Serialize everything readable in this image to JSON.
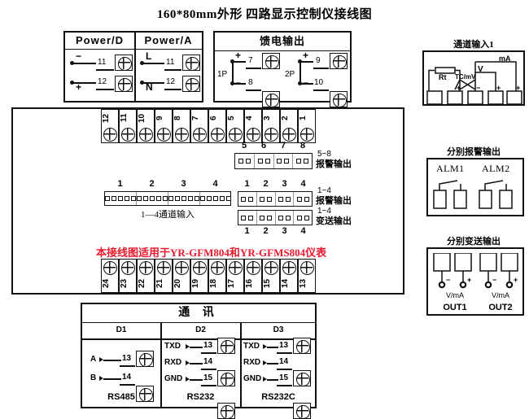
{
  "title": "160*80mm外形 四路显示控制仪接线图",
  "power_dc": {
    "title": "Power/D",
    "rows": [
      {
        "polarity": "−",
        "terminal": "11"
      },
      {
        "polarity": "+",
        "terminal": "12"
      }
    ]
  },
  "power_ac": {
    "title": "Power/A",
    "rows": [
      {
        "polarity": "L",
        "terminal": "11"
      },
      {
        "polarity": "N",
        "terminal": "12"
      }
    ]
  },
  "feed_output": {
    "title": "馈电输出",
    "groups": [
      {
        "name": "1P",
        "rows": [
          {
            "polarity": "+",
            "terminal": "7"
          },
          {
            "polarity": "−",
            "terminal": "8"
          }
        ]
      },
      {
        "name": "2P",
        "rows": [
          {
            "polarity": "+",
            "terminal": "9"
          },
          {
            "polarity": "−",
            "terminal": "10"
          }
        ]
      }
    ]
  },
  "main_panel": {
    "top_terminals": [
      "12",
      "11",
      "10",
      "9",
      "8",
      "7",
      "6",
      "5",
      "4",
      "3",
      "2",
      "1"
    ],
    "bottom_terminals": [
      "24",
      "23",
      "22",
      "21",
      "20",
      "19",
      "18",
      "17",
      "16",
      "15",
      "14",
      "13"
    ],
    "alarm_5_8": {
      "numbers": [
        "5",
        "6",
        "7",
        "8"
      ],
      "label_range": "5~8",
      "label_name": "报警输出"
    },
    "alarm_1_4": {
      "numbers": [
        "1",
        "2",
        "3",
        "4"
      ],
      "label_range": "1~4",
      "label_name": "报警输出"
    },
    "transmit_1_4": {
      "numbers": [
        "1",
        "2",
        "3",
        "4"
      ],
      "label_range": "1~4",
      "label_name": "变送输出"
    },
    "channel_input": {
      "numbers": [
        "1",
        "2",
        "3",
        "4"
      ],
      "label": "1—4通道输入"
    },
    "note": "本接线图适用于YR-GFM804和YR-GFMS804仪表",
    "note_color": "#e8192c"
  },
  "channel_input_module": {
    "title": "通道输入1",
    "labels": {
      "rt": "Rt",
      "tc": "TC/mV",
      "v": "V",
      "ma": "mA",
      "plus1": "+",
      "minus1": "−",
      "plus2": "+",
      "plus3": "+"
    }
  },
  "alarm_module": {
    "title": "分别报警输出",
    "relays": [
      "ALM1",
      "ALM2"
    ]
  },
  "transmit_module": {
    "title": "分别变送输出",
    "outputs": [
      {
        "name": "OUT1",
        "unit": "V/mA",
        "minus": "−",
        "plus": "+"
      },
      {
        "name": "OUT2",
        "unit": "V/mA",
        "minus": "−",
        "plus": "+"
      }
    ]
  },
  "comm": {
    "title": "通 讯",
    "columns": [
      {
        "header": "D1",
        "bus": "RS485",
        "rows": [
          {
            "signal": "A",
            "terminal": "13"
          },
          {
            "signal": "B",
            "terminal": "14"
          }
        ]
      },
      {
        "header": "D2",
        "bus": "RS232",
        "rows": [
          {
            "signal": "TXD",
            "terminal": "13"
          },
          {
            "signal": "RXD",
            "terminal": "14"
          },
          {
            "signal": "GND",
            "terminal": "15"
          }
        ]
      },
      {
        "header": "D3",
        "bus": "RS232C",
        "rows": [
          {
            "signal": "TXD",
            "terminal": "13"
          },
          {
            "signal": "RXD",
            "terminal": "14"
          },
          {
            "signal": "GND",
            "terminal": "15"
          }
        ]
      }
    ]
  }
}
